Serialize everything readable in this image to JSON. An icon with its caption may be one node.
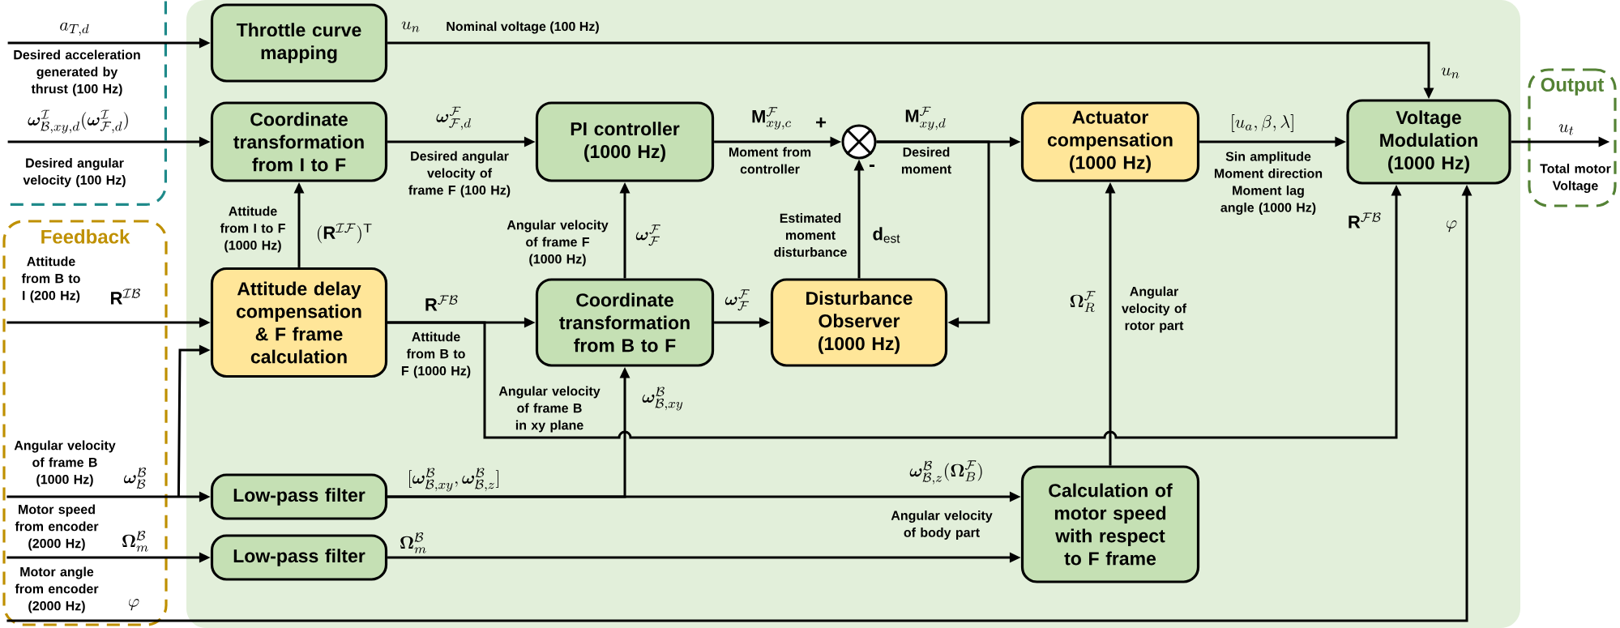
{
  "diagram": {
    "nodes": [
      {
        "text": [
          "Throttle curve mapping"
        ]
      },
      {
        "text": [
          "Coordinate transformation from I to F"
        ]
      },
      {
        "text": [
          "PI controller (1000 Hz)"
        ]
      },
      {
        "text": [],
        "shape": "circle"
      },
      {
        "text": [
          "Actuator compensation (1000 Hz)"
        ]
      },
      {
        "text": [
          "Voltage Modulation (1000 Hz)"
        ]
      },
      {
        "text": [
          "Output"
        ]
      },
      {
        "text": [
          "Feedback"
        ]
      },
      {
        "text": [
          "Attitude delay compensation & F frame calculation"
        ]
      },
      {
        "text": [
          "Coordinate transformation from B to F"
        ]
      },
      {
        "text": [
          "Disturbance Observer (1000 Hz)"
        ]
      },
      {
        "text": [
          "Low-pass filter"
        ]
      },
      {
        "text": [
          "Low-pass filter"
        ]
      },
      {
        "text": [
          "Calculation of motor speed with respect to F frame"
        ]
      },
      {
        "text": [],
        "shape": "box"
      }
    ],
    "edges": [
      {
        "from": 14,
        "to": 0,
        "arrow": "to",
        "label": "a_{T,d}"
      },
      {
        "from": 0,
        "to": 5,
        "arrow": "to",
        "label": "u_n"
      },
      {
        "from": 14,
        "to": 1,
        "arrow": "to",
        "label": "\\boldsymbol{\\omega}^{\\mathcal{I}}_{\\mathcal{B},xy,d}(\\boldsymbol{\\omega}^{\\mathcal{I}}_{\\mathcal{F},d})"
      },
      {
        "from": 1,
        "to": 2,
        "arrow": "to",
        "label": "\\boldsymbol{\\omega}^{\\mathcal{F}}_{\\mathcal{F},d}"
      },
      {
        "from": 2,
        "to": 3,
        "arrow": "to",
        "label": "\\mathbf{M}^{\\mathcal{F}}_{xy,c}"
      },
      {
        "from": 3,
        "to": 4,
        "arrow": "to",
        "label": "\\mathbf{M}^{\\mathcal{F}}_{xy,d}"
      },
      {
        "from": 3,
        "to": 10,
        "arrow": "to"
      },
      {
        "from": 10,
        "to": 3,
        "arrow": "to",
        "label": "\\mathbf{d}_{\\mathrm{est}}"
      },
      {
        "from": 4,
        "to": 5,
        "arrow": "to",
        "label": "[u_a,\\beta,\\lambda]"
      },
      {
        "from": 5,
        "to": 6,
        "arrow": "to",
        "label": "u_t"
      },
      {
        "from": 8,
        "to": 1,
        "arrow": "to",
        "label": "(\\mathbf{R}^{\\mathcal{IF}})^{\\mathsf{T}}"
      },
      {
        "from": 7,
        "to": 8,
        "arrow": "to",
        "label": "\\mathbf{R}^{\\mathcal{IB}}"
      },
      {
        "from": 8,
        "to": 9,
        "arrow": "to",
        "label": "\\mathbf{R}^{\\mathcal{FB}}"
      },
      {
        "from": 8,
        "to": 5,
        "arrow": "to",
        "label": "\\mathbf{R}^{\\mathcal{FB}}"
      },
      {
        "from": 9,
        "to": 2,
        "arrow": "to",
        "label": "\\boldsymbol{\\omega}^{\\mathcal{F}}_{\\mathcal{F}}"
      },
      {
        "from": 9,
        "to": 10,
        "arrow": "to",
        "label": "\\boldsymbol{\\omega}^{\\mathcal{F}}_{\\mathcal{F}}"
      },
      {
        "from": 7,
        "to": 11,
        "arrow": "to",
        "label": "\\boldsymbol{\\omega}^{\\mathcal{B}}_{\\mathcal{B}}"
      },
      {
        "from": 7,
        "to": 8,
        "arrow": "to"
      },
      {
        "from": 11,
        "to": 9,
        "arrow": "to",
        "label": "\\boldsymbol{\\omega}^{\\mathcal{B}}_{\\mathcal{B},xy}"
      },
      {
        "from": 11,
        "to": 13,
        "arrow": "to",
        "label": "\\boldsymbol{\\omega}^{\\mathcal{B}}_{\\mathcal{B},z}(\\boldsymbol{\\Omega}^{\\mathcal{F}}_{B})"
      },
      {
        "from": 7,
        "to": 12,
        "arrow": "to",
        "label": "\\boldsymbol{\\Omega}^{\\mathcal{B}}_{m}"
      },
      {
        "from": 12,
        "to": 13,
        "arrow": "to",
        "label": "\\boldsymbol{\\Omega}^{\\mathcal{B}}_{m}"
      },
      {
        "from": 7,
        "to": 5,
        "arrow": "to",
        "label": "\\varphi"
      },
      {
        "from": 13,
        "to": 4,
        "arrow": "to",
        "label": "\\boldsymbol{\\Omega}^{\\mathcal{F}}_{R}"
      }
    ],
    "labels": [
      "Nominal voltage (100 Hz)",
      "Desired acceleration generated by thrust (100 Hz)",
      "u_n",
      "Desired angular velocity (100 Hz)",
      "Desired angular velocity of frame F (100 Hz)",
      "Moment from controller",
      "+",
      "Desired moment",
      "-",
      "Sin amplitude Moment direction Moment lag angle (1000 Hz)",
      "Total motor Voltage",
      "Attitude from I to F (1000 Hz)",
      "Angular velocity of frame F (1000 Hz)",
      "Estimated moment disturbance",
      "Attitude from B to I (200 Hz)",
      "Attitude from B to F (1000 Hz)",
      "Angular velocity of frame B in xy plane",
      "Angular velocity of rotor part",
      "Angular velocity of frame B (1000 Hz)",
      "[\\boldsymbol{\\omega}^{\\mathcal{B}}_{\\mathcal{B},xy},\\boldsymbol{\\omega}^{\\mathcal{B}}_{\\mathcal{B},z}]",
      "Motor speed from encoder (2000 Hz)",
      "Angular velocity of body part",
      "Motor angle from encoder (2000 Hz)",
      "\\varphi"
    ]
  }
}
